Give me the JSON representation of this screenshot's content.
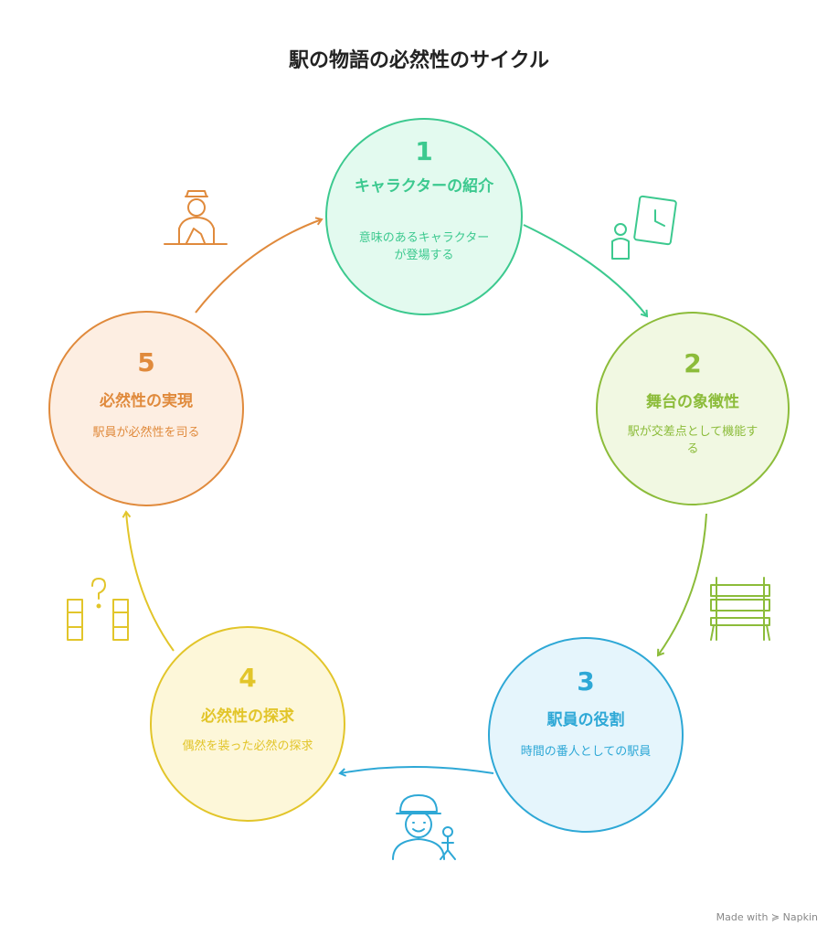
{
  "title": "駅の物語の必然性のサイクル",
  "nodes": [
    {
      "number": "1",
      "title": "キャラクターの紹介",
      "description": "意味のあるキャラクターが登場する",
      "color": "#3cc98f",
      "fill": "#e3faef",
      "icon": "person-with-clock-icon"
    },
    {
      "number": "2",
      "title": "舞台の象徴性",
      "description": "駅が交差点として機能する",
      "color": "#8cbc3a",
      "fill": "#f1f8e2",
      "icon": "bench-icon"
    },
    {
      "number": "3",
      "title": "駅員の役割",
      "description": "時間の番人としての駅員",
      "color": "#2ea8d6",
      "fill": "#e5f5fc",
      "icon": "station-staff-icon"
    },
    {
      "number": "4",
      "title": "必然性の探求",
      "description": "偶然を装った必然の探求",
      "color": "#e2c52a",
      "fill": "#fdf7d9",
      "icon": "doors-question-icon"
    },
    {
      "number": "5",
      "title": "必然性の実現",
      "description": "駅員が必然性を司る",
      "color": "#e08a3c",
      "fill": "#fdeee2",
      "icon": "station-attendant-desk-icon"
    }
  ],
  "footer": "Made with ≽ Napkin"
}
